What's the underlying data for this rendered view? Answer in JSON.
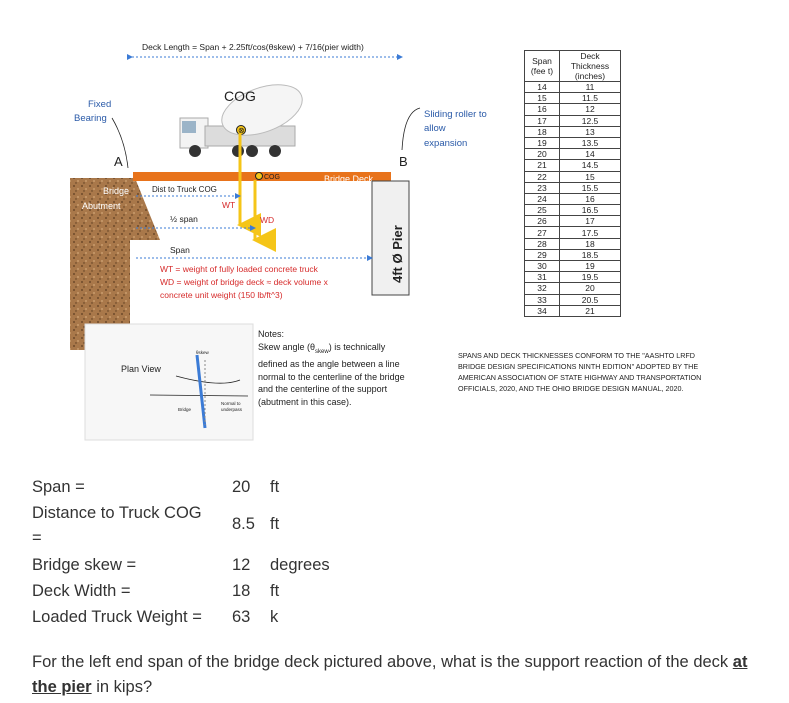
{
  "diagram": {
    "deck_length_formula": "Deck Length = Span + 2.25ft/cos(θskew) + 7/16(pier width)",
    "cog_label": "COG",
    "fixed_bearing": "Fixed\nBearing",
    "point_a": "A",
    "point_b": "B",
    "bridge_deck": "Bridge Deck",
    "cog_small": "COG",
    "bridge_abutment": "Bridge\nAbutment",
    "dist_to_truck_cog": "Dist to Truck COG",
    "wt": "WT",
    "wd": "WD",
    "half_span": "½ span",
    "span": "Span",
    "pier": "4ft Ø Pier",
    "sliding_roller": "Sliding roller to\nallow\nexpansion",
    "wt_def": "WT = weight of fully loaded concrete truck",
    "wd_def": "WD = weight of bridge deck ≈ deck volume x",
    "wd_def2": "concrete unit weight (150 lb/ft^3)",
    "plan_view": "Plan View",
    "theta_skew": "θskew",
    "bridge_small": "Bridge",
    "normal_to_underpass": "Normal to\nunderpass",
    "notes": "Notes:\nSkew angle (θskew) is technically defined as the angle between a line normal to the centerline of the bridge and the centerline of the support (abutment in this case)."
  },
  "table": {
    "headers": [
      "Span\n(fee t)",
      "Deck Thickness\n(inches)"
    ],
    "rows": [
      [
        "14",
        "11"
      ],
      [
        "15",
        "11.5"
      ],
      [
        "16",
        "12"
      ],
      [
        "17",
        "12.5"
      ],
      [
        "18",
        "13"
      ],
      [
        "19",
        "13.5"
      ],
      [
        "20",
        "14"
      ],
      [
        "21",
        "14.5"
      ],
      [
        "22",
        "15"
      ],
      [
        "23",
        "15.5"
      ],
      [
        "24",
        "16"
      ],
      [
        "25",
        "16.5"
      ],
      [
        "26",
        "17"
      ],
      [
        "27",
        "17.5"
      ],
      [
        "28",
        "18"
      ],
      [
        "29",
        "18.5"
      ],
      [
        "30",
        "19"
      ],
      [
        "31",
        "19.5"
      ],
      [
        "32",
        "20"
      ],
      [
        "33",
        "20.5"
      ],
      [
        "34",
        "21"
      ]
    ],
    "footnote": "SPANS AND DECK THICKNESSES CONFORM TO THE \"AASHTO LRFD BRIDGE DESIGN SPECIFICATIONS NINTH EDITION\" ADOPTED BY THE AMERICAN ASSOCIATION OF STATE HIGHWAY AND TRANSPORTATION OFFICIALS, 2020, AND THE OHIO BRIDGE DESIGN MANUAL, 2020."
  },
  "given": [
    {
      "label": "Span =",
      "value": "20",
      "unit": "ft"
    },
    {
      "label": "Distance to Truck COG",
      "value": "8.5",
      "unit": "ft"
    },
    {
      "label": "=",
      "value": "",
      "unit": ""
    },
    {
      "label": "Bridge skew =",
      "value": "12",
      "unit": "degrees"
    },
    {
      "label": "Deck Width =",
      "value": "18",
      "unit": "ft"
    },
    {
      "label": "Loaded Truck Weight =",
      "value": "63",
      "unit": "k"
    }
  ],
  "question": {
    "before": "For the left end span of the bridge deck pictured above, what is the support reaction of the deck ",
    "emph": "at the pier",
    "after": " in kips?"
  }
}
